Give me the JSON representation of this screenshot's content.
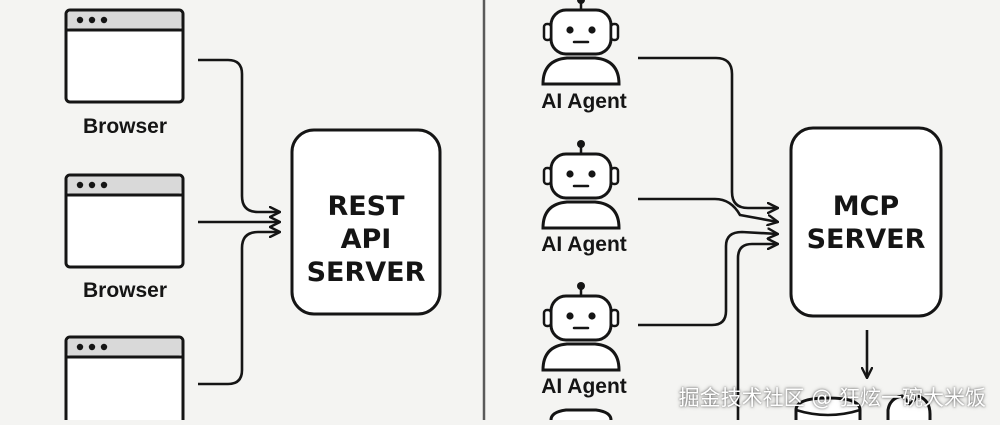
{
  "left_panel": {
    "clients": [
      {
        "label": "Browser"
      },
      {
        "label": "Browser"
      },
      {
        "label": ""
      }
    ],
    "server_lines": [
      "REST",
      "API",
      "SERVER"
    ]
  },
  "right_panel": {
    "clients": [
      {
        "label": "AI Agent"
      },
      {
        "label": "AI Agent"
      },
      {
        "label": "AI Agent"
      }
    ],
    "server_lines": [
      "MCP",
      "SERVER"
    ]
  },
  "watermark": "掘金技术社区 @ 狂炫一碗大米饭",
  "colors": {
    "background": "#f4f4f2",
    "stroke": "#151515",
    "window_bar": "#d9d9d9",
    "panel_fill": "#ffffff"
  }
}
